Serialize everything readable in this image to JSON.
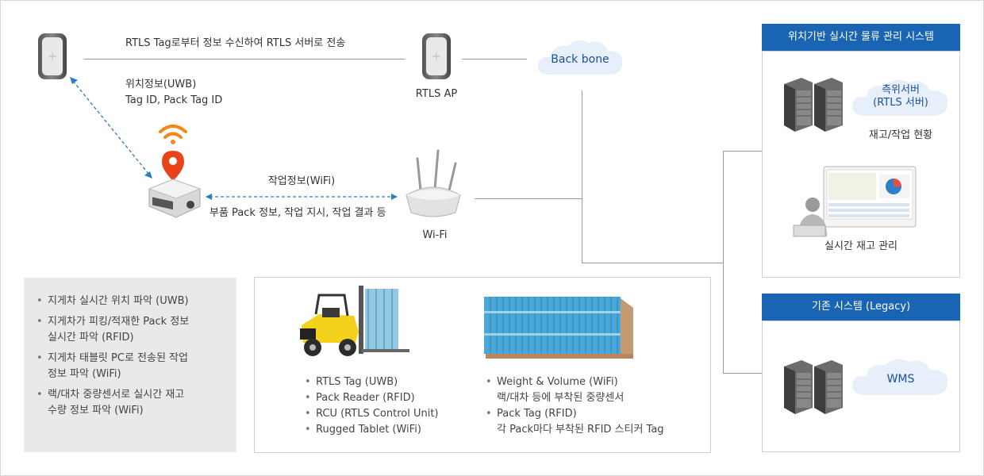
{
  "top": {
    "uwb_link_text": "RTLS Tag로부터 정보 수신하여 RTLS 서버로 전송",
    "location_info_line1": "위치정보(UWB)",
    "location_info_line2": "Tag ID, Pack Tag ID",
    "rtls_ap_label": "RTLS AP",
    "backbone_label": "Back bone",
    "work_info_label": "작업정보(WiFi)",
    "work_info_detail": "부품 Pack 정보, 작업 지시, 작업 결과 등",
    "wifi_label": "Wi-Fi"
  },
  "rtls_system": {
    "title": "위치기반 실시간 물류 관리 시스템",
    "server_cloud_line1": "측위서버",
    "server_cloud_line2": "(RTLS 서버)",
    "server_caption": "재고/작업 현황",
    "monitor_caption": "실시간 재고 관리"
  },
  "legacy_system": {
    "title": "기존 시스템 (Legacy)",
    "wms_label": "WMS"
  },
  "features": [
    {
      "line1": "지게차 실시간 위치 파악 (UWB)",
      "line2": ""
    },
    {
      "line1": "지게차가 피킹/적재한 Pack 정보",
      "line2": "실시간 파악 (RFID)"
    },
    {
      "line1": "지게차 태블릿 PC로 전송된 작업",
      "line2": "정보 파악 (WiFi)"
    },
    {
      "line1": "랙/대차 중량센서로 실시간 재고",
      "line2": "수량 정보 파악 (WiFi)"
    }
  ],
  "forklift_items": [
    {
      "line1": "RTLS Tag (UWB)",
      "line2": ""
    },
    {
      "line1": "Pack Reader (RFID)",
      "line2": ""
    },
    {
      "line1": "RCU (RTLS Control Unit)",
      "line2": ""
    },
    {
      "line1": "Rugged Tablet (WiFi)",
      "line2": ""
    }
  ],
  "rack_items": [
    {
      "line1": "Weight & Volume (WiFi)",
      "line2": "랙/대차 등에 부착된 중량센서"
    },
    {
      "line1": "Pack Tag (RFID)",
      "line2": "각 Pack마다 부착된 RFID 스티커 Tag"
    }
  ],
  "colors": {
    "panel_header": "#1a64b4",
    "cloud_text": "#1a4f9c",
    "dashed_link": "#2a7cc7",
    "wifi_signal": "#f08a1c",
    "pin": "#e8431b"
  },
  "icons": [
    "uwb-anchor-icon",
    "rtls-ap-icon",
    "cloud-icon",
    "wifi-router-icon",
    "tag-device-icon",
    "server-rack-icon",
    "monitor-operator-icon",
    "forklift-icon",
    "battery-rack-icon"
  ]
}
